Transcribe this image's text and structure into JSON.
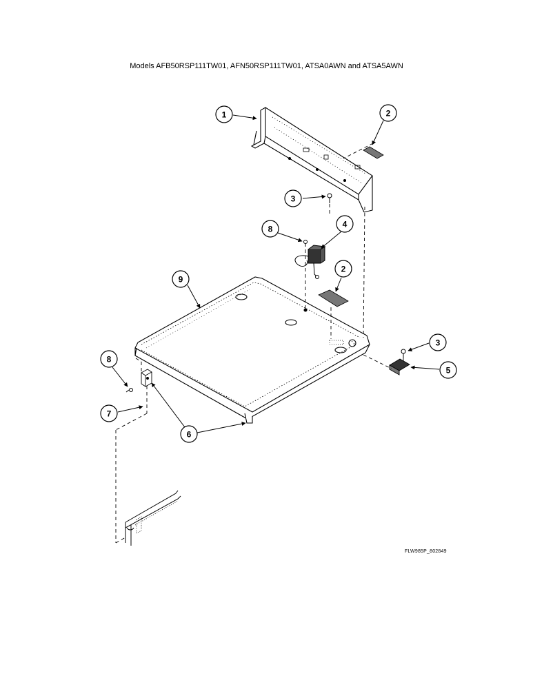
{
  "header": {
    "title": "Models AFB50RSP111TW01, AFN50RSP111TW01, ATSA0AWN and ATSA5AWN"
  },
  "footer": {
    "drawing_code": "FLW985P_802849"
  },
  "callouts": [
    {
      "id": "c1",
      "number": "1"
    },
    {
      "id": "c2a",
      "number": "2"
    },
    {
      "id": "c3a",
      "number": "3"
    },
    {
      "id": "c8a",
      "number": "8"
    },
    {
      "id": "c4",
      "number": "4"
    },
    {
      "id": "c2b",
      "number": "2"
    },
    {
      "id": "c9",
      "number": "9"
    },
    {
      "id": "c3b",
      "number": "3"
    },
    {
      "id": "c5",
      "number": "5"
    },
    {
      "id": "c8b",
      "number": "8"
    },
    {
      "id": "c7",
      "number": "7"
    },
    {
      "id": "c6",
      "number": "6"
    }
  ]
}
